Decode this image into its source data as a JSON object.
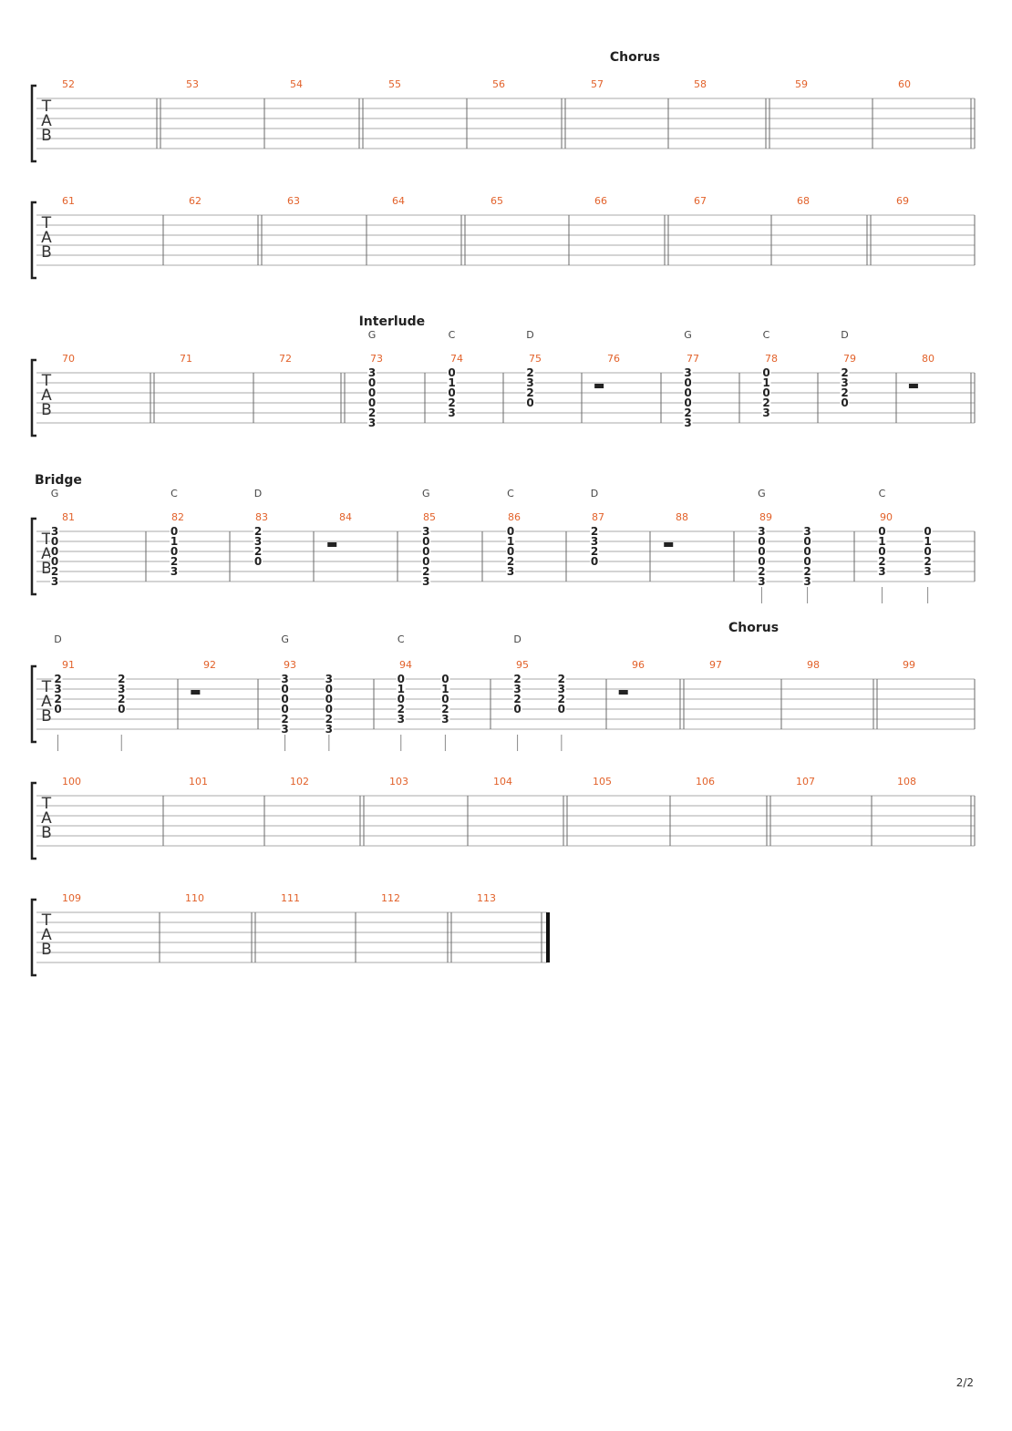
{
  "page": {
    "number": "2/2"
  },
  "tab_letters": [
    "T",
    "A",
    "B"
  ],
  "systems": [
    {
      "section_labels": [
        {
          "text": "Chorus",
          "measure": 57,
          "offset": 0.45
        }
      ],
      "measures": [
        {
          "number": 52
        },
        {
          "number": 53,
          "repeat_start": true
        },
        {
          "number": 54
        },
        {
          "number": 55,
          "repeat_start": true
        },
        {
          "number": 56
        },
        {
          "number": 57,
          "repeat_start": true
        },
        {
          "number": 58
        },
        {
          "number": 59,
          "repeat_start": true
        },
        {
          "number": 60
        }
      ],
      "final_double": true
    },
    {
      "section_labels": [],
      "measures": [
        {
          "number": 61
        },
        {
          "number": 62
        },
        {
          "number": 63,
          "repeat_start": true
        },
        {
          "number": 64
        },
        {
          "number": 65,
          "repeat_start": true
        },
        {
          "number": 66
        },
        {
          "number": 67,
          "repeat_start": true
        },
        {
          "number": 68
        },
        {
          "number": 69,
          "repeat_start": true
        }
      ]
    },
    {
      "section_labels": [
        {
          "text": "Interlude",
          "measure": 73,
          "offset": 0.2
        }
      ],
      "chord_labels": [
        {
          "text": "G",
          "measure": 73,
          "offset": 0.25
        },
        {
          "text": "C",
          "measure": 74,
          "offset": 0.25
        },
        {
          "text": "D",
          "measure": 75,
          "offset": 0.25
        },
        {
          "text": "G",
          "measure": 77,
          "offset": 0.25
        },
        {
          "text": "C",
          "measure": 78,
          "offset": 0.25
        },
        {
          "text": "D",
          "measure": 79,
          "offset": 0.25
        }
      ],
      "measures": [
        {
          "number": 70
        },
        {
          "number": 71,
          "repeat_start": true
        },
        {
          "number": 72
        },
        {
          "number": 73,
          "repeat_start": true,
          "beats": [
            {
              "offset": 0.25,
              "frets": [
                "3",
                "0",
                "0",
                "0",
                "2",
                "3"
              ]
            }
          ]
        },
        {
          "number": 74,
          "beats": [
            {
              "offset": 0.25,
              "frets": [
                "0",
                "1",
                "0",
                "2",
                "3",
                null
              ]
            }
          ]
        },
        {
          "number": 75,
          "beats": [
            {
              "offset": 0.25,
              "frets": [
                "2",
                "3",
                "2",
                "0",
                null,
                null
              ]
            }
          ]
        },
        {
          "number": 76,
          "rest": true
        },
        {
          "number": 77,
          "beats": [
            {
              "offset": 0.25,
              "frets": [
                "3",
                "0",
                "0",
                "0",
                "2",
                "3"
              ]
            }
          ]
        },
        {
          "number": 78,
          "beats": [
            {
              "offset": 0.25,
              "frets": [
                "0",
                "1",
                "0",
                "2",
                "3",
                null
              ]
            }
          ]
        },
        {
          "number": 79,
          "beats": [
            {
              "offset": 0.25,
              "frets": [
                "2",
                "3",
                "2",
                "0",
                null,
                null
              ]
            }
          ]
        },
        {
          "number": 80,
          "rest": true
        }
      ],
      "final_double": true
    },
    {
      "section_labels": [
        {
          "text": "Bridge",
          "measure": 81,
          "offset": 0.0
        }
      ],
      "chord_labels": [
        {
          "text": "G",
          "measure": 81,
          "offset": 0.1
        },
        {
          "text": "C",
          "measure": 82,
          "offset": 0.25
        },
        {
          "text": "D",
          "measure": 83,
          "offset": 0.25
        },
        {
          "text": "G",
          "measure": 85,
          "offset": 0.25
        },
        {
          "text": "C",
          "measure": 86,
          "offset": 0.25
        },
        {
          "text": "D",
          "measure": 87,
          "offset": 0.25
        },
        {
          "text": "G",
          "measure": 89,
          "offset": 0.17
        },
        {
          "text": "C",
          "measure": 90,
          "offset": 0.17
        }
      ],
      "measures": [
        {
          "number": 81,
          "beats": [
            {
              "offset": 0.1,
              "frets": [
                "3",
                "0",
                "0",
                "0",
                "2",
                "3"
              ]
            }
          ]
        },
        {
          "number": 82,
          "beats": [
            {
              "offset": 0.25,
              "frets": [
                "0",
                "1",
                "0",
                "2",
                "3",
                null
              ]
            }
          ]
        },
        {
          "number": 83,
          "beats": [
            {
              "offset": 0.25,
              "frets": [
                "2",
                "3",
                "2",
                "0",
                null,
                null
              ]
            }
          ]
        },
        {
          "number": 84,
          "rest": true
        },
        {
          "number": 85,
          "beats": [
            {
              "offset": 0.25,
              "frets": [
                "3",
                "0",
                "0",
                "0",
                "2",
                "3"
              ]
            }
          ]
        },
        {
          "number": 86,
          "beats": [
            {
              "offset": 0.25,
              "frets": [
                "0",
                "1",
                "0",
                "2",
                "3",
                null
              ]
            }
          ]
        },
        {
          "number": 87,
          "beats": [
            {
              "offset": 0.25,
              "frets": [
                "2",
                "3",
                "2",
                "0",
                null,
                null
              ]
            }
          ]
        },
        {
          "number": 88,
          "rest": true
        },
        {
          "number": 89,
          "beats": [
            {
              "offset": 0.17,
              "stem": true,
              "frets": [
                "3",
                "0",
                "0",
                "0",
                "2",
                "3"
              ]
            },
            {
              "offset": 0.55,
              "stem": true,
              "frets": [
                "3",
                "0",
                "0",
                "0",
                "2",
                "3"
              ]
            }
          ]
        },
        {
          "number": 90,
          "beats": [
            {
              "offset": 0.17,
              "stem": true,
              "frets": [
                "0",
                "1",
                "0",
                "2",
                "3",
                null
              ]
            },
            {
              "offset": 0.55,
              "stem": true,
              "frets": [
                "0",
                "1",
                "0",
                "2",
                "3",
                null
              ]
            }
          ]
        }
      ]
    },
    {
      "section_labels": [
        {
          "text": "Chorus",
          "measure": 96,
          "offset": 1.6
        }
      ],
      "chord_labels": [
        {
          "text": "D",
          "measure": 91,
          "offset": 0.1
        },
        {
          "text": "G",
          "measure": 93,
          "offset": 0.17
        },
        {
          "text": "C",
          "measure": 94,
          "offset": 0.17
        },
        {
          "text": "D",
          "measure": 95,
          "offset": 0.17
        }
      ],
      "measures": [
        {
          "number": 91,
          "beats": [
            {
              "offset": 0.1,
              "stem": true,
              "frets": [
                "2",
                "3",
                "2",
                "0",
                null,
                null
              ]
            },
            {
              "offset": 0.55,
              "stem": true,
              "frets": [
                "2",
                "3",
                "2",
                "0",
                null,
                null
              ]
            }
          ]
        },
        {
          "number": 92,
          "rest": true
        },
        {
          "number": 93,
          "beats": [
            {
              "offset": 0.17,
              "stem": true,
              "frets": [
                "3",
                "0",
                "0",
                "0",
                "2",
                "3"
              ]
            },
            {
              "offset": 0.55,
              "stem": true,
              "frets": [
                "3",
                "0",
                "0",
                "0",
                "2",
                "3"
              ]
            }
          ]
        },
        {
          "number": 94,
          "beats": [
            {
              "offset": 0.17,
              "stem": true,
              "frets": [
                "0",
                "1",
                "0",
                "2",
                "3",
                null
              ]
            },
            {
              "offset": 0.55,
              "stem": true,
              "frets": [
                "0",
                "1",
                "0",
                "2",
                "3",
                null
              ]
            }
          ]
        },
        {
          "number": 95,
          "beats": [
            {
              "offset": 0.17,
              "stem": true,
              "frets": [
                "2",
                "3",
                "2",
                "0",
                null,
                null
              ]
            },
            {
              "offset": 0.55,
              "stem": true,
              "frets": [
                "2",
                "3",
                "2",
                "0",
                null,
                null
              ]
            }
          ]
        },
        {
          "number": 96,
          "rest": true
        },
        {
          "number": 97,
          "repeat_start": true
        },
        {
          "number": 98
        },
        {
          "number": 99,
          "repeat_start": true
        }
      ]
    },
    {
      "section_labels": [],
      "measures": [
        {
          "number": 100
        },
        {
          "number": 101
        },
        {
          "number": 102
        },
        {
          "number": 103,
          "repeat_start": true
        },
        {
          "number": 104
        },
        {
          "number": 105,
          "repeat_start": true
        },
        {
          "number": 106
        },
        {
          "number": 107,
          "repeat_start": true
        },
        {
          "number": 108
        }
      ],
      "final_double": true
    },
    {
      "section_labels": [],
      "measures": [
        {
          "number": 109
        },
        {
          "number": 110
        },
        {
          "number": 111,
          "repeat_start": true
        },
        {
          "number": 112
        },
        {
          "number": 113,
          "repeat_start": true
        }
      ],
      "final_end": true
    }
  ]
}
